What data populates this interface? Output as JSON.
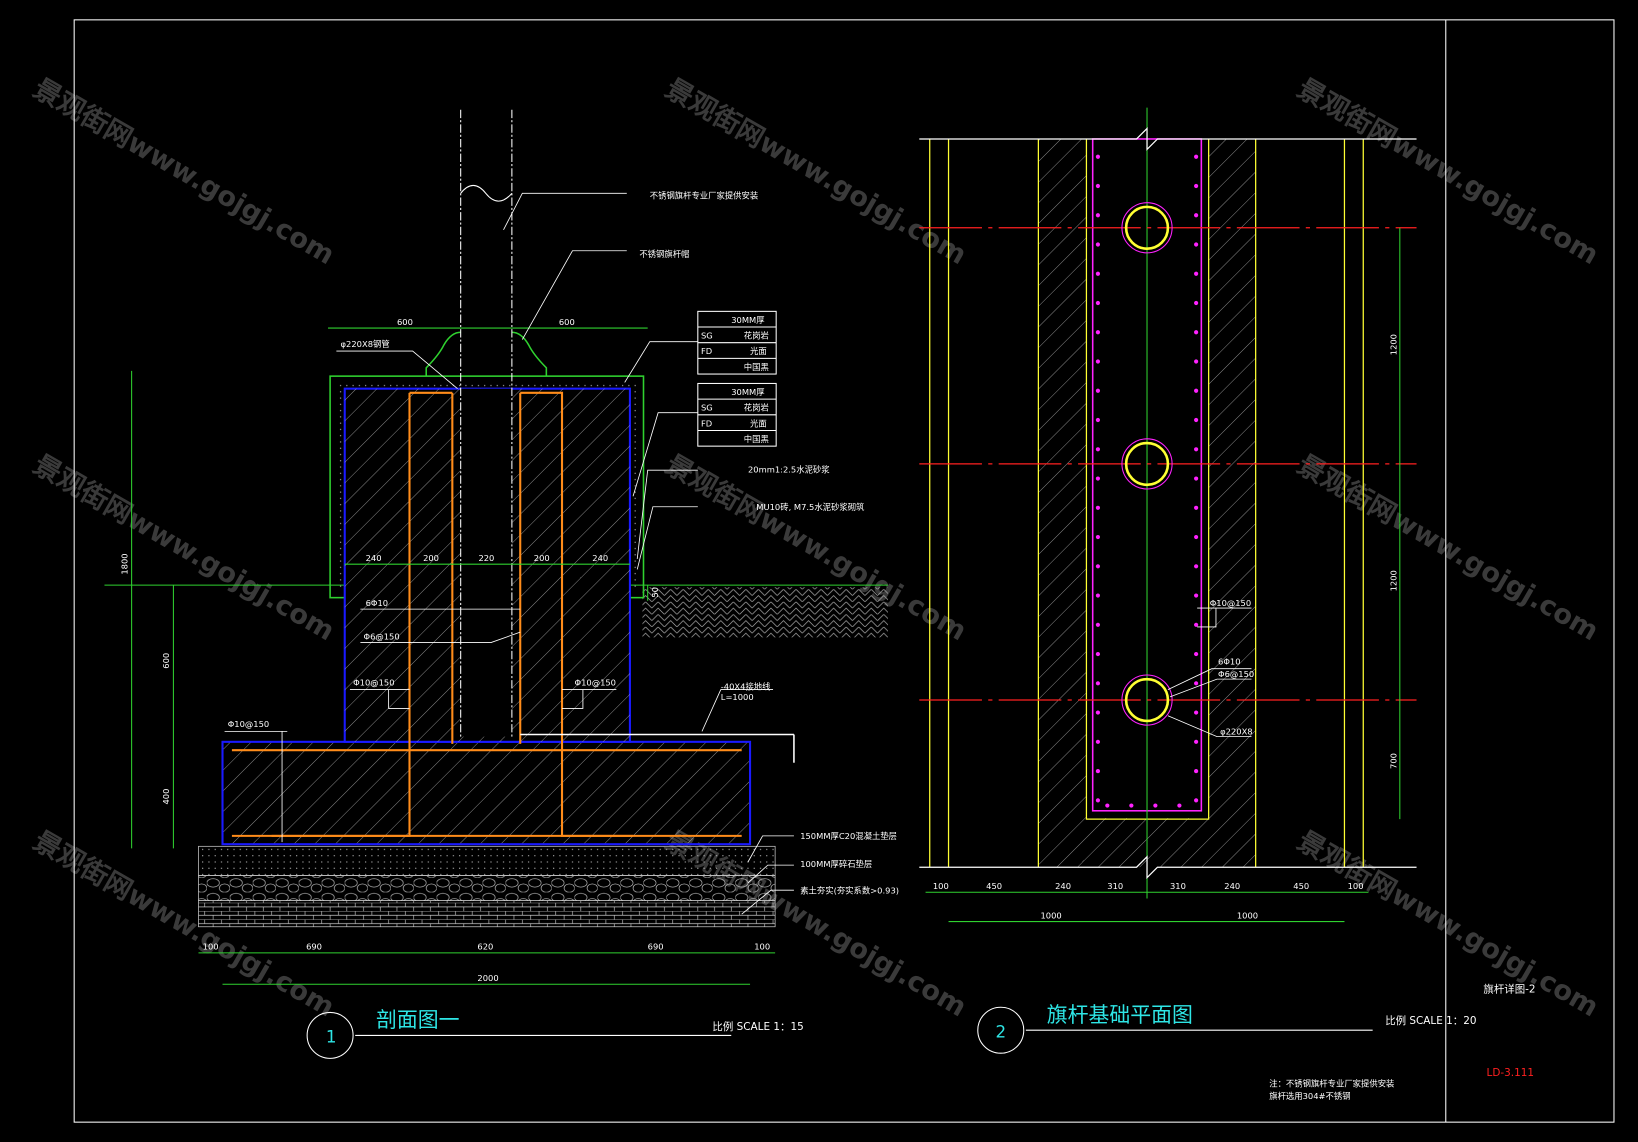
{
  "watermark": "景观街网www.gojgj.com",
  "section": {
    "callouts": {
      "pole": "不锈钢旗杆专业厂家提供安装",
      "pole_cap": "不锈钢旗杆帽",
      "pipe": "φ220X8钢管",
      "mortar": "20mm1:2.5水泥砂浆",
      "brick": "MU10砖, M7.5水泥砂浆砌筑",
      "rebar_main": "6Φ10",
      "stirrup": "Φ6@150",
      "rebar_left": "Φ10@150",
      "rebar_right": "Φ10@150",
      "rebar_footing": "Φ10@150",
      "ground_wire": "-40X4接地线",
      "ground_len": "L=1000",
      "concrete": "150MM厚C20混凝土垫层",
      "gravel": "100MM厚碎石垫层",
      "soil": "素土夯实(夯实系数>0.93)"
    },
    "finish_tables": [
      {
        "rows": [
          [
            "",
            "30MM厚"
          ],
          [
            "SG",
            "花岗岩"
          ],
          [
            "FD",
            "光面"
          ],
          [
            "",
            "中国黑"
          ]
        ]
      },
      {
        "rows": [
          [
            "",
            "30MM厚"
          ],
          [
            "SG",
            "花岗岩"
          ],
          [
            "FD",
            "光面"
          ],
          [
            "",
            "中国黑"
          ]
        ]
      }
    ],
    "dims": {
      "top_left": "600",
      "top_right": "600",
      "inner": [
        "240",
        "200",
        "220",
        "200",
        "240"
      ],
      "height_total": "1800",
      "height_pier": "600",
      "height_footing": "400",
      "step": "50",
      "bottom": [
        "100",
        "690",
        "620",
        "690",
        "100"
      ],
      "bottom_total": "2000"
    },
    "number": "1",
    "title": "剖面图一",
    "scale": "比例 SCALE 1：15"
  },
  "plan": {
    "callouts": {
      "rebar": "Φ10@150",
      "rebar_main": "6Φ10",
      "stirrup": "Φ6@150",
      "pipe": "φ220X8"
    },
    "dims": {
      "bottom": [
        "100",
        "450",
        "240",
        "310",
        "310",
        "240",
        "450",
        "100"
      ],
      "bottom_total": [
        "1000",
        "1000"
      ],
      "right": [
        "1200",
        "1200",
        "700"
      ]
    },
    "number": "2",
    "title": "旗杆基础平面图",
    "scale": "比例 SCALE 1：20"
  },
  "notes": [
    "注：不锈钢旗杆专业厂家提供安装",
    "旗杆选用304#不锈钢"
  ],
  "title_block": {
    "sheet_name": "旗杆详图-2",
    "sheet_code": "LD-3.111"
  },
  "colors": {
    "frame": "#ffffff",
    "dim": "#2fd12f",
    "concrete": "#1a1aff",
    "rebar": "#ff8c1a",
    "axis": "#ff2020",
    "plan_rebar": "#ff22ff",
    "wall": "#ffff33",
    "title": "#2ee6e6"
  }
}
